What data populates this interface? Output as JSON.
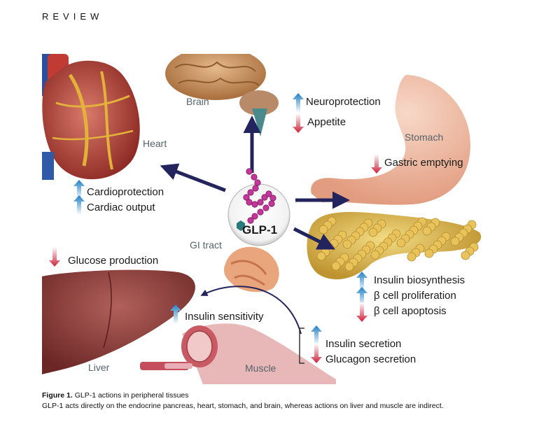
{
  "header": {
    "section": "REVIEW"
  },
  "hub": {
    "label": "GLP-1"
  },
  "organs": {
    "brain": "Brain",
    "heart": "Heart",
    "stomach": "Stomach",
    "gi_tract": "GI tract",
    "liver": "Liver",
    "muscle": "Muscle"
  },
  "effects": {
    "brain": [
      {
        "direction": "up",
        "text": "Neuroprotection"
      },
      {
        "direction": "down",
        "text": "Appetite"
      }
    ],
    "heart": [
      {
        "direction": "up",
        "text": "Cardioprotection"
      },
      {
        "direction": "up",
        "text": "Cardiac output"
      }
    ],
    "stomach": [
      {
        "direction": "down",
        "text": "Gastric emptying"
      }
    ],
    "liver": [
      {
        "direction": "down",
        "text": "Glucose production"
      }
    ],
    "muscle": [
      {
        "direction": "up",
        "text": "Insulin sensitivity"
      }
    ],
    "pancreas_cells": [
      {
        "direction": "up",
        "text": "Insulin biosynthesis"
      },
      {
        "direction": "up",
        "text": "β cell proliferation"
      },
      {
        "direction": "down",
        "text": "β cell apoptosis"
      }
    ],
    "pancreas_secretion": [
      {
        "direction": "up",
        "text": "Insulin secretion"
      },
      {
        "direction": "down",
        "text": "Glucagon secretion"
      }
    ]
  },
  "colors": {
    "up_arrow": "#2d8fd0",
    "down_arrow": "#d0243c",
    "connector": "#23235e"
  },
  "caption": {
    "title_bold": "Figure 1.",
    "title_rest": "GLP-1 actions in peripheral tissues",
    "text": "GLP-1 acts directly on the endocrine pancreas, heart, stomach, and brain, whereas actions on liver and muscle are indirect."
  }
}
